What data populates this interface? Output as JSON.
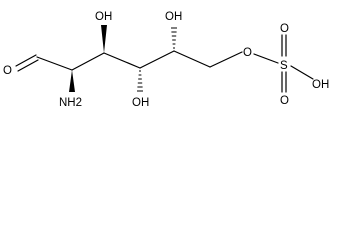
{
  "molecule": {
    "atoms": {
      "aldehyde_oxygen": "O",
      "amino": "NH2",
      "c3_hydroxyl": "OH",
      "c4_hydroxyl": "OH",
      "c5_hydroxyl": "OH",
      "ester_oxygen": "O",
      "sulfur": "S",
      "sulfonyl_oxygen_top": "O",
      "sulfonyl_oxygen_bottom": "O",
      "sulfonic_hydroxyl": "OH"
    }
  }
}
